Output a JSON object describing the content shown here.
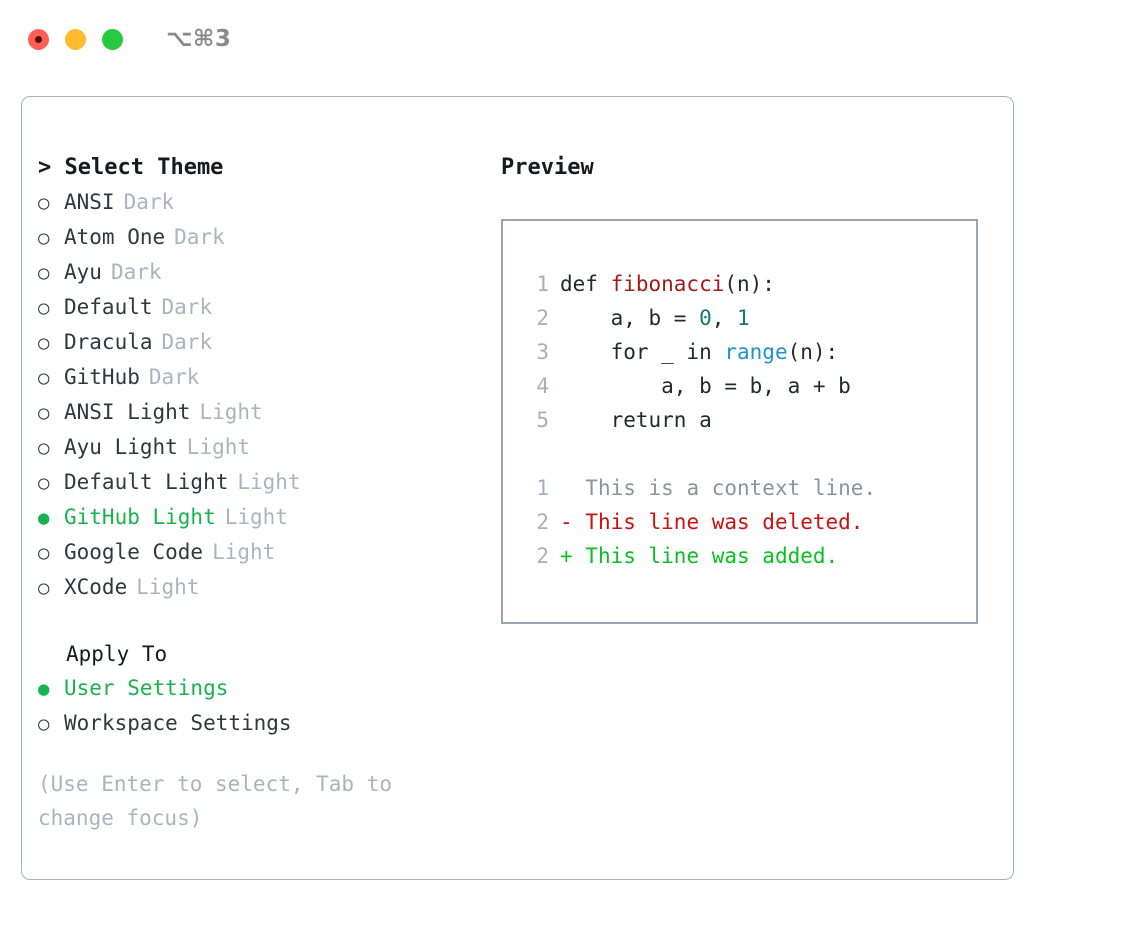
{
  "titlebar": {
    "shortcut": "⌥⌘3",
    "lights": [
      "close",
      "minimize",
      "maximize"
    ]
  },
  "theme_picker": {
    "heading": "> Select Theme",
    "items": [
      {
        "marker": "○",
        "name": "ANSI",
        "variant": "Dark",
        "selected": false
      },
      {
        "marker": "○",
        "name": "Atom One",
        "variant": "Dark",
        "selected": false
      },
      {
        "marker": "○",
        "name": "Ayu",
        "variant": "Dark",
        "selected": false
      },
      {
        "marker": "○",
        "name": "Default",
        "variant": "Dark",
        "selected": false
      },
      {
        "marker": "○",
        "name": "Dracula",
        "variant": "Dark",
        "selected": false
      },
      {
        "marker": "○",
        "name": "GitHub",
        "variant": "Dark",
        "selected": false
      },
      {
        "marker": "○",
        "name": "ANSI Light",
        "variant": "Light",
        "selected": false
      },
      {
        "marker": "○",
        "name": "Ayu Light",
        "variant": "Light",
        "selected": false
      },
      {
        "marker": "○",
        "name": "Default Light",
        "variant": "Light",
        "selected": false
      },
      {
        "marker": "●",
        "name": "GitHub Light",
        "variant": "Light",
        "selected": true
      },
      {
        "marker": "○",
        "name": "Google Code",
        "variant": "Light",
        "selected": false
      },
      {
        "marker": "○",
        "name": "XCode",
        "variant": "Light",
        "selected": false
      }
    ]
  },
  "apply_to": {
    "heading": "Apply To",
    "items": [
      {
        "marker": "●",
        "name": "User Settings",
        "selected": true
      },
      {
        "marker": "○",
        "name": "Workspace Settings",
        "selected": false
      }
    ]
  },
  "hint": "(Use Enter to select, Tab to change focus)",
  "preview": {
    "heading": "Preview",
    "code_lines": [
      {
        "number": "1",
        "tokens": [
          {
            "text": "def ",
            "kind": "plain"
          },
          {
            "text": "fibonacci",
            "kind": "fn"
          },
          {
            "text": "(n):",
            "kind": "plain"
          }
        ]
      },
      {
        "number": "2",
        "tokens": [
          {
            "text": "    a, b = ",
            "kind": "plain"
          },
          {
            "text": "0",
            "kind": "num"
          },
          {
            "text": ", ",
            "kind": "plain"
          },
          {
            "text": "1",
            "kind": "num"
          }
        ]
      },
      {
        "number": "3",
        "tokens": [
          {
            "text": "    for _ in ",
            "kind": "plain"
          },
          {
            "text": "range",
            "kind": "call"
          },
          {
            "text": "(n):",
            "kind": "plain"
          }
        ]
      },
      {
        "number": "4",
        "tokens": [
          {
            "text": "        a, b = b, a + b",
            "kind": "plain"
          }
        ]
      },
      {
        "number": "5",
        "tokens": [
          {
            "text": "    return a",
            "kind": "plain"
          }
        ]
      }
    ],
    "diff_lines": [
      {
        "number": "1",
        "sign": " ",
        "text": " This is a context line.",
        "kind": "ctx"
      },
      {
        "number": "2",
        "sign": "-",
        "text": " This line was deleted.",
        "kind": "del"
      },
      {
        "number": "2",
        "sign": "+",
        "text": " This line was added.",
        "kind": "add"
      }
    ]
  },
  "colors": {
    "selected_green": "#18b34a",
    "variant_gray": "#aab4c0",
    "border": "#aab2bd",
    "preview_border": "#9aa5b4",
    "fn_red": "#a21b1b",
    "num_teal": "#0b7c77",
    "call_blue": "#1f92cf",
    "diff_delete": "#cc1111",
    "diff_add": "#0bbf22",
    "diff_context": "#8c949e"
  }
}
